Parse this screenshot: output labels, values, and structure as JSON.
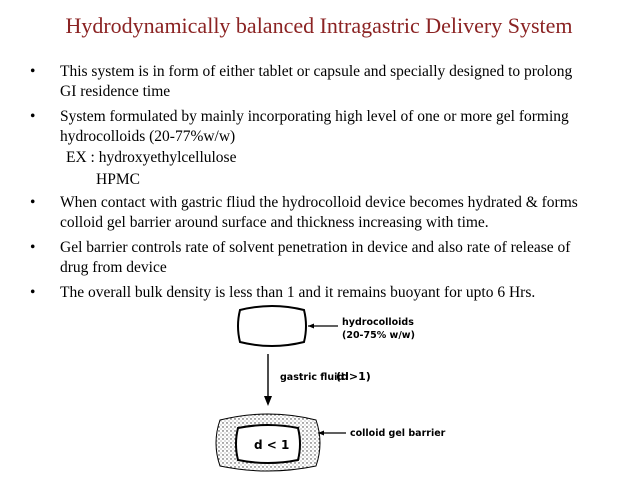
{
  "slide": {
    "title": "Hydrodynamically balanced Intragastric Delivery System",
    "bullet_glyph": "•",
    "bullets": [
      {
        "line1": "This system is in form of either tablet or capsule and specially designed to prolong",
        "line2": "GI residence time"
      },
      {
        "line1": "System formulated by mainly incorporating high level of one or more gel forming",
        "line2": "hydrocolloids (20-77%w/w)"
      },
      {
        "line1": "When contact with gastric fliud the hydrocolloid device becomes hydrated & forms",
        "line2": "colloid gel barrier around surface and thickness increasing with time."
      },
      {
        "line1": "Gel barrier controls rate of solvent penetration in device and also rate of release of",
        "line2": "drug from device"
      },
      {
        "line1": "The overall bulk density is less than 1 and it remains buoyant for upto 6 Hrs.",
        "line2": ""
      }
    ],
    "example_line": "EX : hydroxyethylcellulose",
    "example_line2": "HPMC"
  },
  "diagram": {
    "label_hydrocolloids": "hydrocolloids",
    "label_percent": "(20-75% w/w)",
    "label_gastric": "gastric fluid",
    "label_d_gt": "(d>1)",
    "label_barrier": "colloid gel barrier",
    "label_d_lt": "d < 1"
  }
}
